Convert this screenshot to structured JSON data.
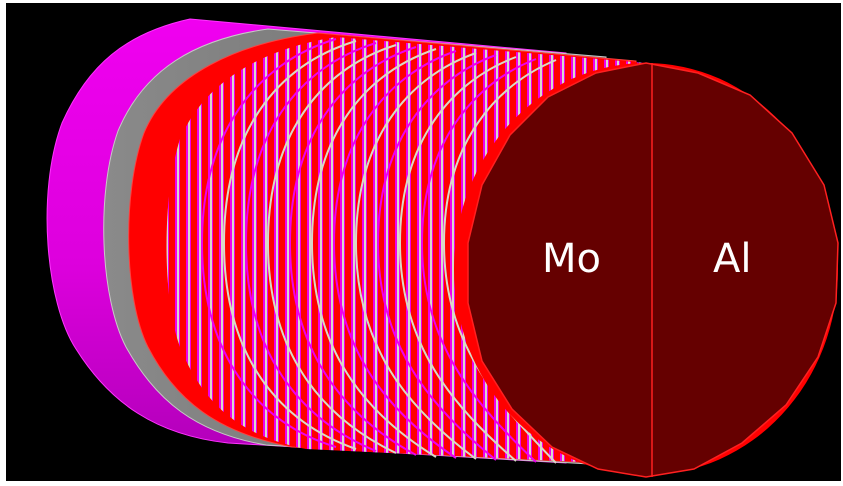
{
  "diagram": {
    "background_color": "#000000",
    "border_color": "#ffffff",
    "layers": [
      {
        "name": "outer-shell",
        "color": "#ee00ee"
      },
      {
        "name": "gray-band",
        "color": "#808080"
      },
      {
        "name": "red-band",
        "color": "#ff0000"
      },
      {
        "name": "striped-multilayer",
        "colors": [
          "#ff0000",
          "#ee00ee",
          "#d9d9c8"
        ]
      },
      {
        "name": "end-cap-rim",
        "color": "#ff0000"
      }
    ],
    "end_face": {
      "fill_color": "#650000",
      "edge_color": "#ff2020",
      "left_label": "Mo",
      "right_label": "Al"
    }
  }
}
